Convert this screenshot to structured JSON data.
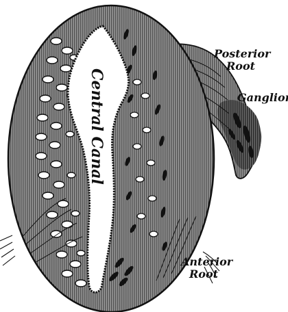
{
  "figure": {
    "labels": {
      "posterior_line1": "Posterior",
      "posterior_line2": "Root",
      "ganglion": "Ganglion",
      "central_canal": "Central Canal",
      "anterior_line1": "Anterior",
      "anterior_line2": "Root"
    },
    "colors": {
      "ink": "#111111",
      "tissue": "#6e6e6e",
      "paper": "#ffffff"
    }
  }
}
